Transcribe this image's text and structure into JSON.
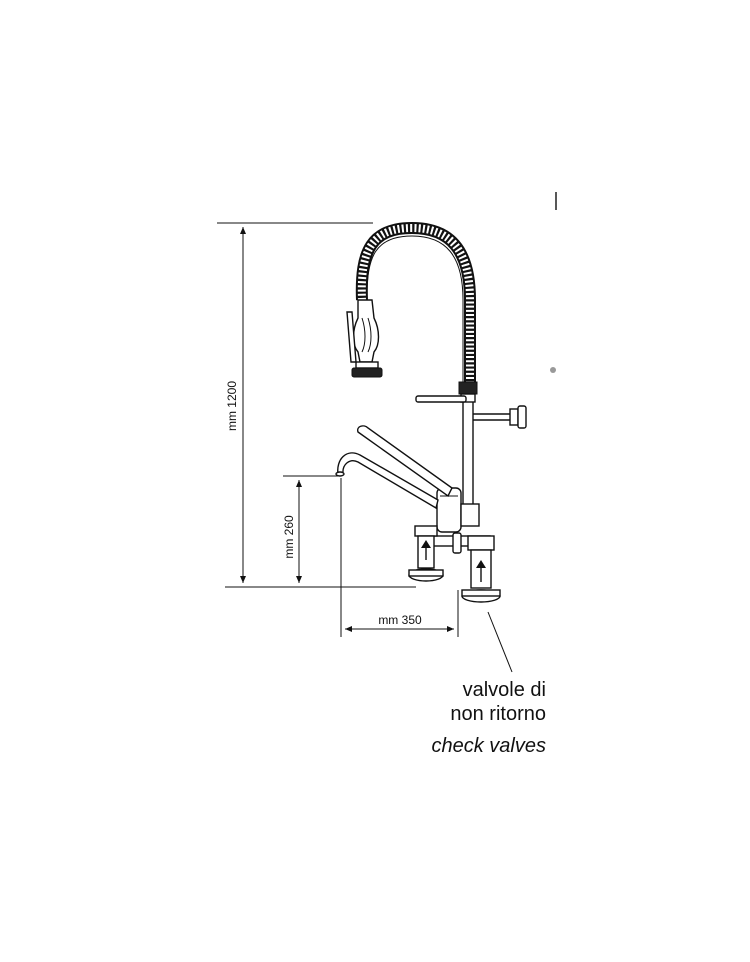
{
  "dimensions": {
    "overall_height": "mm 1200",
    "spout_height": "mm 260",
    "spout_reach": "mm 350"
  },
  "callout": {
    "label_it_line1": "valvole di",
    "label_it_line2": "non ritorno",
    "label_en": "check valves"
  }
}
